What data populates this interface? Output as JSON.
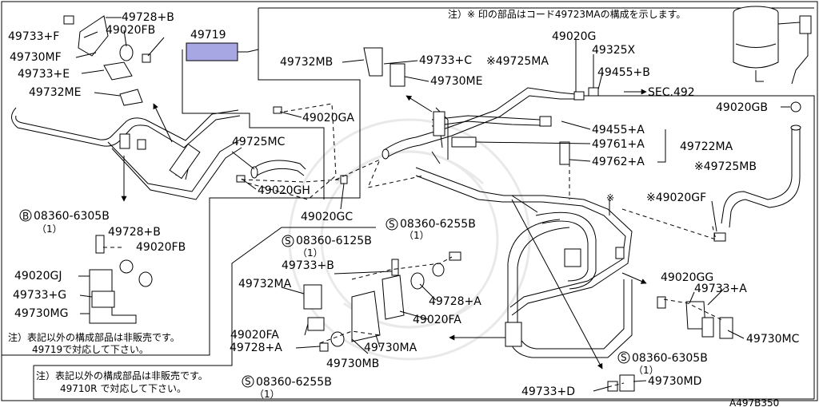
{
  "diagram": {
    "ref_code": "A497B350",
    "note_top": "注）※ 印の部品はコード49723MAの構成を示します。",
    "note_left": [
      "注）表記以外の構成部品は非販売です。",
      "49719で対応して下さい。"
    ],
    "note_bottom": [
      "注）表記以外の構成部品は非販売です。",
      "49710R で対応して下さい。"
    ],
    "highlight_part": "49719",
    "highlight_color": "#a7a8e3",
    "bolt_symbol_b": "B",
    "bolt_symbol_s": "S",
    "asterisk": "※",
    "labels": {
      "p49733F": "49733+F",
      "p49728B": "49728+B",
      "p49020FB_top": "49020FB",
      "p49730MF": "49730MF",
      "p49733E": "49733+E",
      "p49732ME": "49732ME",
      "p49732MB": "49732MB",
      "p49733C": "49733+C",
      "p49730ME": "49730ME",
      "p49725MA": "※49725MA",
      "p49020G": "49020G",
      "p49325X": "49325X",
      "p49455B": "49455+B",
      "sec492": "SEC.492",
      "p49020GB": "49020GB",
      "p49020GA": "49020GA",
      "p49725MC": "49725MC",
      "p49020GH": "49020GH",
      "p49455A": "49455+A",
      "p49761A": "49761+A",
      "p49722MA": "49722MA",
      "p49762A": "49762+A",
      "p49725MB": "※49725MB",
      "p49020GF": "※49020GF",
      "p49020GC": "49020GC",
      "bolt_6305_left": "08360-6305B",
      "bolt_6305_left_qty": "（1）",
      "p49728B_2": "49728+B",
      "p49020FB_2": "49020FB",
      "p49020GJ": "49020GJ",
      "p49733G": "49733+G",
      "p49730MG": "49730MG",
      "bolt_6255_top": "08360-6255B",
      "bolt_6255_top_qty": "（1）",
      "bolt_6125": "08360-6125B",
      "bolt_6125_qty": "（1）",
      "p49733B": "49733+B",
      "p49732MA": "49732MA",
      "p49728A_r": "49728+A",
      "p49020FA_r": "49020FA",
      "p49020FA_l": "49020FA",
      "p49728A_l": "49728+A",
      "p49730MA": "49730MA",
      "p49730MB": "49730MB",
      "bolt_6255_bot": "08360-6255B",
      "bolt_6255_bot_qty": "（1）",
      "p49020GG": "49020GG",
      "p49733A": "49733+A",
      "p49730MC": "49730MC",
      "bolt_6305_right": "08360-6305B",
      "bolt_6305_right_qty": "（1）",
      "p49733D": "49733+D",
      "p49730MD": "49730MD"
    }
  }
}
